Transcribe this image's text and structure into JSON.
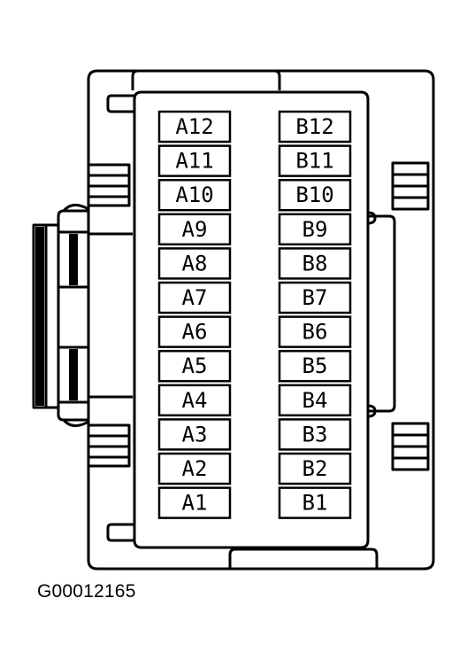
{
  "diagram": {
    "figure_id": "G00012165",
    "stroke_color": "#000000",
    "background_color": "#ffffff",
    "pins": {
      "column_a": [
        "A12",
        "A11",
        "A10",
        "A9",
        "A8",
        "A7",
        "A6",
        "A5",
        "A4",
        "A3",
        "A2",
        "A1"
      ],
      "column_b": [
        "B12",
        "B11",
        "B10",
        "B9",
        "B8",
        "B7",
        "B6",
        "B5",
        "B4",
        "B3",
        "B2",
        "B1"
      ]
    }
  }
}
